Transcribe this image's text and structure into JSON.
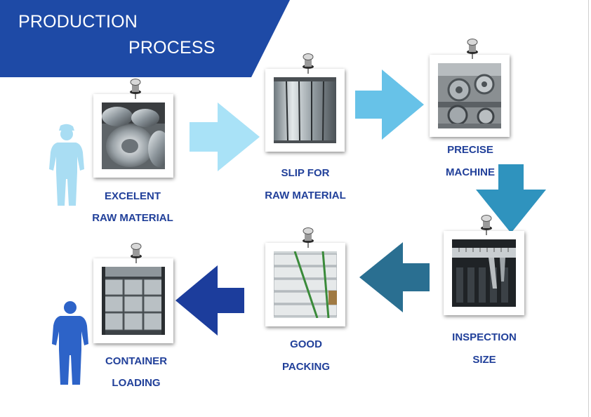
{
  "header": {
    "line1": "PRODUCTION",
    "line2": "PROCESS",
    "color": "#1e4aa6"
  },
  "steps": [
    {
      "id": "raw-material",
      "line1": "EXCELENT",
      "line2": "RAW MATERIAL"
    },
    {
      "id": "slip",
      "line1": "SLIP FOR",
      "line2": "RAW MATERIAL"
    },
    {
      "id": "machine",
      "line1": "PRECISE",
      "line2": "MACHINE"
    },
    {
      "id": "inspection",
      "line1": "INSPECTION",
      "line2": "SIZE"
    },
    {
      "id": "packing",
      "line1": "GOOD",
      "line2": "PACKING"
    },
    {
      "id": "container",
      "line1": "CONTAINER",
      "line2": "LOADING"
    }
  ],
  "colors": {
    "label": "#21409a",
    "arrow_light": "#a9e2f7",
    "arrow_sky": "#67c2e8",
    "arrow_teal": "#2f93be",
    "arrow_dark_teal": "#2a6f91",
    "arrow_navy": "#1c3d9c",
    "person_light": "#a9ddf3",
    "person_blue": "#2d63c8"
  },
  "icons": [
    "push-pin-icon",
    "worker-silhouette-icon",
    "man-silhouette-icon",
    "arrow-right-icon",
    "arrow-down-icon",
    "arrow-left-icon"
  ]
}
